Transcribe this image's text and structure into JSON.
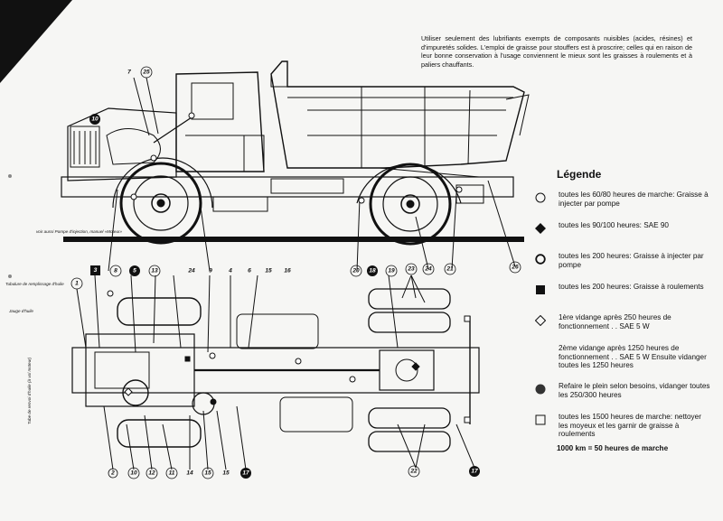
{
  "intro_text": "Utiliser seulement des lubrifiants exempts de composants nuisibles (acides, résines) et d'impuretés solides. L'emploi de graisse pour stouffers est à proscrire; celles qui en raison de leur bonne conservation à l'usage conviennent le mieux sont les graisses à roulements et à paliers chauffants.",
  "legend": {
    "title": "Légende",
    "items": [
      {
        "symbol": "circle-open",
        "text": "toutes les 60/80 heures de marche: Graisse à injecter par pompe"
      },
      {
        "symbol": "diamond-filled",
        "text": "toutes les 90/100 heures: SAE 90"
      },
      {
        "symbol": "circle-open-bold",
        "text": "toutes les 200 heures: Graisse à injecter par pompe"
      },
      {
        "symbol": "square-filled",
        "text": "toutes les 200 heures: Graisse à roulements"
      },
      {
        "symbol": "diamond-open",
        "text": "1ère vidange après 250 heures de fonctionnement . . SAE 5 W"
      },
      {
        "symbol": "none",
        "text": "2ème vidange après 1250 heures de fonctionnement . . SAE 5 W Ensuite vidanger toutes les 1250 heures"
      },
      {
        "symbol": "circle-filled",
        "text": "Refaire le plein selon besoins, vidanger toutes les 250/300 heures"
      },
      {
        "symbol": "square-open",
        "text": "toutes les 1500 heures de marche: nettoyer les moyeux et les garnir de graisse à roulements"
      }
    ],
    "note": "1000 km = 50 heures de marche"
  },
  "labels": {
    "pump_note": "voir aussi Pompe d'injection, manuel «Moteur»",
    "filler_note": "Tubulure de remplissage d'huile",
    "gauge_note": "Jauge d'huile",
    "overflow_note": "Tube de renvoi d'huile (à vol moteur)"
  },
  "callouts": {
    "side": [
      "7",
      "25",
      "10",
      "3",
      "8",
      "5",
      "13",
      "24",
      "9",
      "4",
      "6",
      "15",
      "16",
      "20",
      "24",
      "21",
      "26"
    ],
    "plan": [
      "1",
      "18",
      "19",
      "23",
      "2",
      "10",
      "12",
      "11",
      "14",
      "15",
      "15",
      "17",
      "22",
      "17"
    ]
  }
}
